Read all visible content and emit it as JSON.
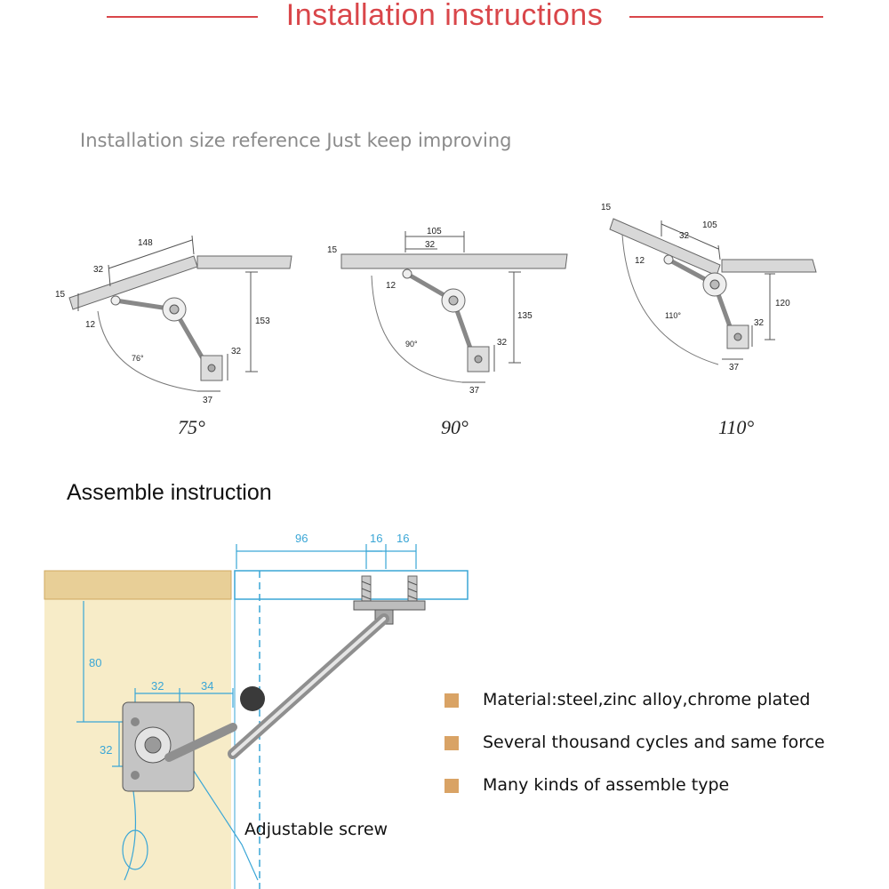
{
  "header": {
    "title": "Installation instructions"
  },
  "subtitle": "Installation size reference Just keep improving",
  "diagrams": [
    {
      "angle_label": "75°",
      "dims": {
        "len": "148",
        "inner": "32",
        "thick": "15",
        "offset": "12",
        "height": "153",
        "bracket": "32",
        "width": "37",
        "arc": "76°"
      }
    },
    {
      "angle_label": "90°",
      "dims": {
        "len": "105",
        "inner": "32",
        "thick": "15",
        "offset": "12",
        "height": "135",
        "bracket": "32",
        "width": "37",
        "arc": "90°"
      }
    },
    {
      "angle_label": "110°",
      "dims": {
        "len": "105",
        "inner": "32",
        "thick": "15",
        "offset": "12",
        "height": "120",
        "bracket": "32",
        "width": "37",
        "arc": "110°"
      }
    }
  ],
  "assemble": {
    "title": "Assemble instruction",
    "dims": {
      "top_long": "96",
      "top_a": "16",
      "top_b": "16",
      "vertical": "80",
      "horiz_a": "32",
      "horiz_b": "34",
      "vert_b": "32"
    },
    "screw_label": "Adjustable screw"
  },
  "features": [
    "Material:steel,zinc alloy,chrome plated",
    "Several thousand cycles and same force",
    "Many kinds of assemble type"
  ],
  "colors": {
    "title": "#d9464a",
    "bullet": "#d9a365",
    "blueprint": "#3aa6d6",
    "cabinet": "#f7ecc8"
  }
}
